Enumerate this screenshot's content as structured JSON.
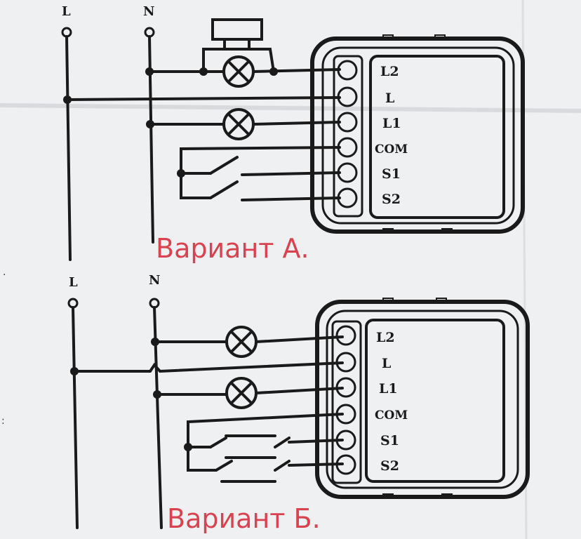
{
  "diagram_a": {
    "bus_labels": {
      "live": "L",
      "neutral": "N"
    },
    "terminal_labels": [
      "L2",
      "L",
      "L1",
      "COM",
      "S1",
      "S2"
    ],
    "caption": "Вариант А."
  },
  "diagram_b": {
    "bus_labels": {
      "live": "L",
      "neutral": "N"
    },
    "terminal_labels": [
      "L2",
      "L",
      "L1",
      "COM",
      "S1",
      "S2"
    ],
    "caption": "Вариант Б."
  },
  "margin_marks": [
    ".",
    ":"
  ],
  "colors": {
    "ink": "#1a1a1a",
    "caption": "#d9434f",
    "paper": "#eef0f2"
  }
}
